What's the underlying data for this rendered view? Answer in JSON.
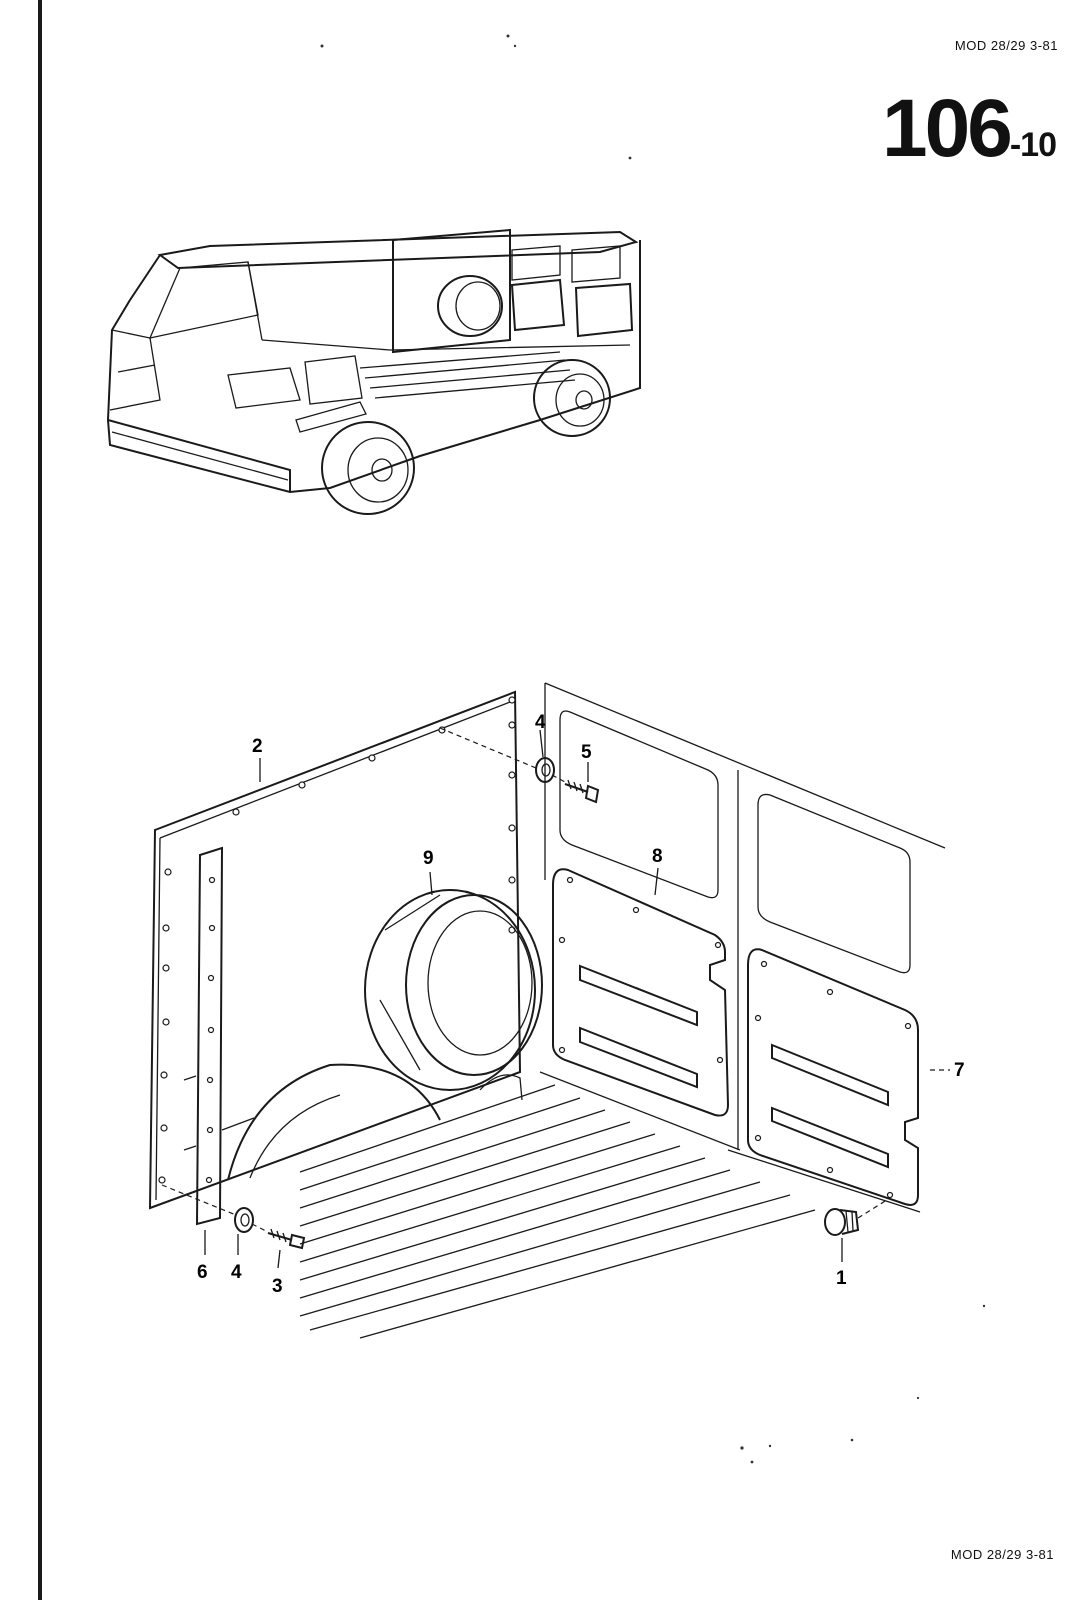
{
  "header": {
    "model_ref": "MOD 28/29  3-81",
    "page_main": "106",
    "page_sub": "-10"
  },
  "footer": {
    "model_ref": "MOD 28/29  3-81"
  },
  "callouts": [
    "1",
    "2",
    "3",
    "4",
    "4",
    "5",
    "6",
    "7",
    "8",
    "9"
  ]
}
